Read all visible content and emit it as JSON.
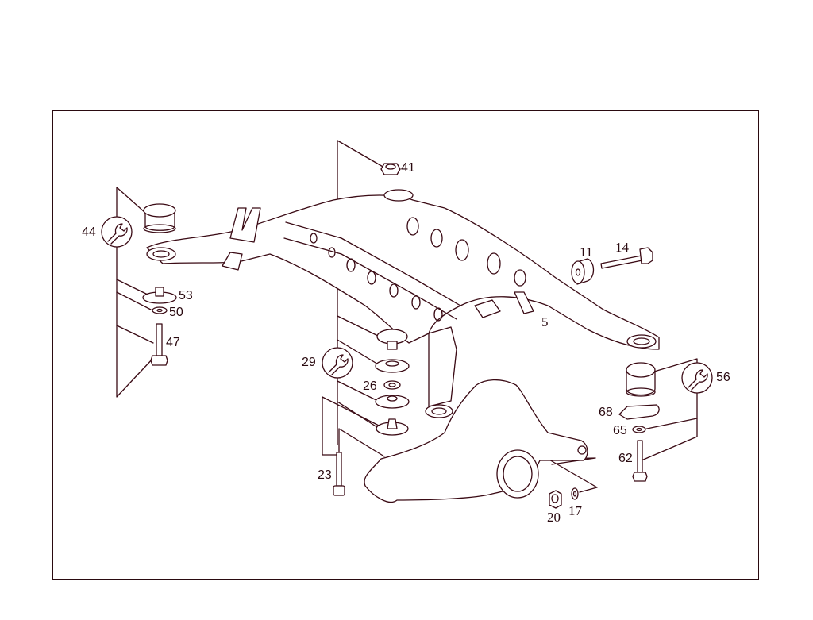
{
  "diagram": {
    "type": "exploded-parts-diagram",
    "subject": "rear axle subframe with differential mounts",
    "line_color": "#3a0a14",
    "frame_color": "#2a0a10",
    "callouts": [
      {
        "id": "41",
        "label": "41",
        "part": "nut"
      },
      {
        "id": "44",
        "label": "44",
        "part": "wrench-tool-group",
        "icon": "wrench-icon"
      },
      {
        "id": "53",
        "label": "53",
        "part": "mount washer"
      },
      {
        "id": "50",
        "label": "50",
        "part": "washer"
      },
      {
        "id": "47",
        "label": "47",
        "part": "bolt"
      },
      {
        "id": "11",
        "label": "11",
        "part": "rubber bushing"
      },
      {
        "id": "14",
        "label": "14",
        "part": "bolt"
      },
      {
        "id": "5",
        "label": "5",
        "part": "subframe"
      },
      {
        "id": "29",
        "label": "29",
        "part": "wrench-tool-group",
        "icon": "wrench-icon"
      },
      {
        "id": "26",
        "label": "26",
        "part": "spacer"
      },
      {
        "id": "56",
        "label": "56",
        "part": "wrench-tool-group",
        "icon": "wrench-icon"
      },
      {
        "id": "68",
        "label": "68",
        "part": "plate"
      },
      {
        "id": "65",
        "label": "65",
        "part": "washer"
      },
      {
        "id": "62",
        "label": "62",
        "part": "bolt"
      },
      {
        "id": "23",
        "label": "23",
        "part": "socket bolt"
      },
      {
        "id": "20",
        "label": "20",
        "part": "nut"
      },
      {
        "id": "17",
        "label": "17",
        "part": "washer"
      }
    ]
  }
}
